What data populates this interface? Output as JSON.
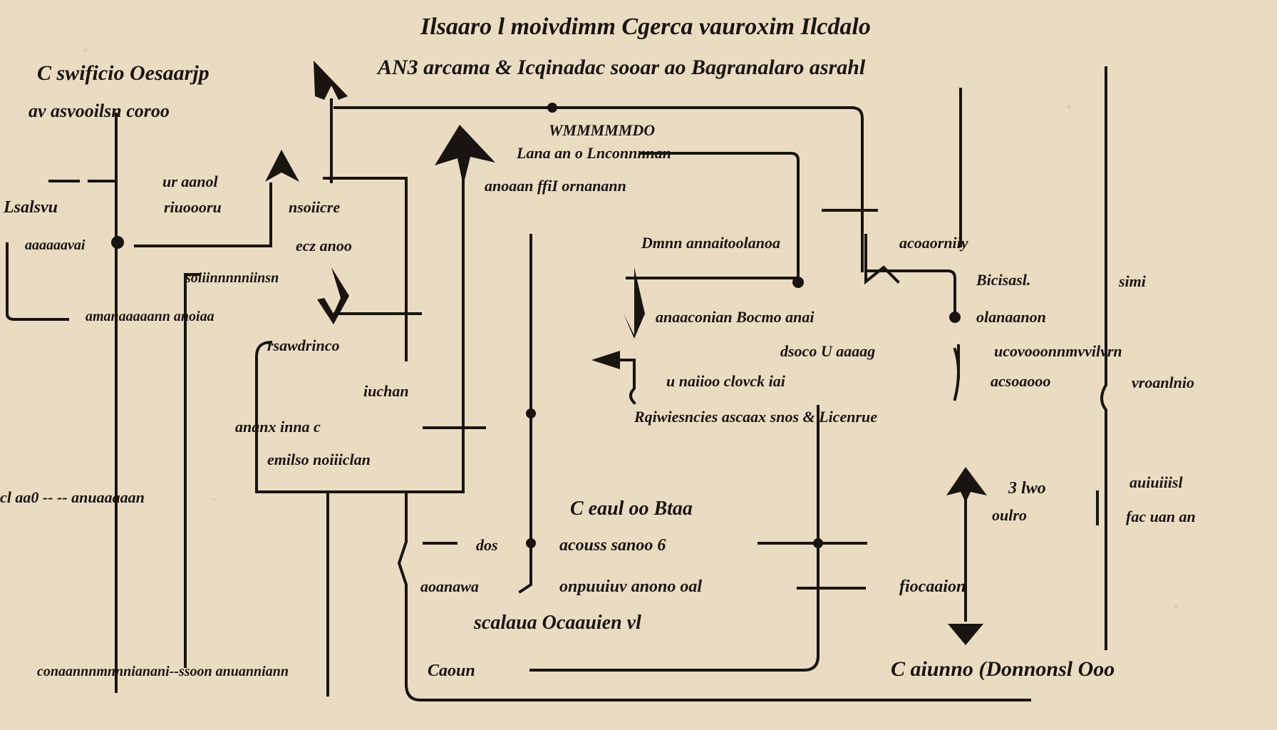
{
  "title_line_1": "Ilsaaro l moivdimm Cgerca vauroxim Ilcdalo",
  "title_line_2": "AN3 arcama & Icqinadac sooar ao Bagranalaro asrahl",
  "labels": {
    "top_left_title": "C swificio Oesaarjp",
    "top_left_sub": "av asvooilsn coroo",
    "left_box_1": "Lsalsvu",
    "left_box_2": "aaaaaavai",
    "mid_left_a": "ur aanol",
    "mid_left_b": "riuoooru",
    "mid_left_c": "nsoiicre",
    "mid_left_d": "ecz anoo",
    "mid_left_e": "soiiinnnnniinsn",
    "mid_left_f": "amanaaaaann anoiaa",
    "mid_left_g": "rsawdrinco",
    "mid_left_h": "iuchan",
    "mid_left_i": "ananx inna c",
    "mid_left_j": "emilso noiiiclan",
    "bottom_left_a": "cl aa0 -- -- anuaaaaan",
    "bottom_left_b": "conaannnmnnnianani--ssoon anuanniann",
    "center_top_a": "WMMMMMDO",
    "center_top_b": "Lana an o Lnconnnnan",
    "center_top_c": "anoaan ffiI ornanann",
    "center_mid_a": "Dmnn annaitoolanoa",
    "center_mid_b": "anaaconian Bocmo anai",
    "center_mid_c": "dsoco U aaaag",
    "center_mid_d": "u naiioo clovck iai",
    "center_mid_e": "Rqiwiesncies ascaax snos & Licenrue",
    "center_bot_a": "C eaul oo Btaa",
    "center_bot_b": "dos",
    "center_bot_c": "acouss sanoo 6",
    "center_bot_d": "aoanawa",
    "center_bot_e": "onpuuiuv anono oal",
    "center_bot_f": "scalaua Ocaauien vl",
    "center_bot_g": "Caoun",
    "right_a": "acoaorniiy",
    "right_b": "Bicisasl.",
    "right_c": "simi",
    "right_d": "olanaanon",
    "right_e": "ucovooonnmvvilvrn",
    "right_f": "acsoaooo",
    "right_g": "vroanlnio",
    "right_h": "3 lwo",
    "right_i": "auiuiiisl",
    "right_j": "oulro",
    "right_k": "fac uan an",
    "right_l": "fiocaaion",
    "bottom_right": "C aiunno (Donnonsl Ooo"
  }
}
